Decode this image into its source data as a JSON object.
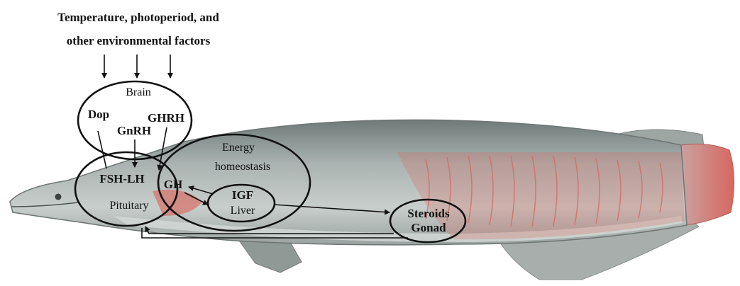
{
  "title": {
    "line1": "Temperature, photoperiod, and",
    "line2": "other environmental factors"
  },
  "nodes": {
    "brain": "Brain",
    "dop": "Dop",
    "gnrh": "GnRH",
    "ghrh": "GHRH",
    "fsh_lh": "FSH-LH",
    "gh": "GH",
    "pituitary": "Pituitary",
    "energy_line1": "Energy",
    "energy_line2": "homeostasis",
    "igf": "IGF",
    "liver": "Liver",
    "steroids": "Steroids",
    "gonad": "Gonad"
  },
  "colors": {
    "fish_body": "#b9c0be",
    "fish_back": "#8c9794",
    "fish_red": "#d9695f",
    "outline": "#111111"
  }
}
